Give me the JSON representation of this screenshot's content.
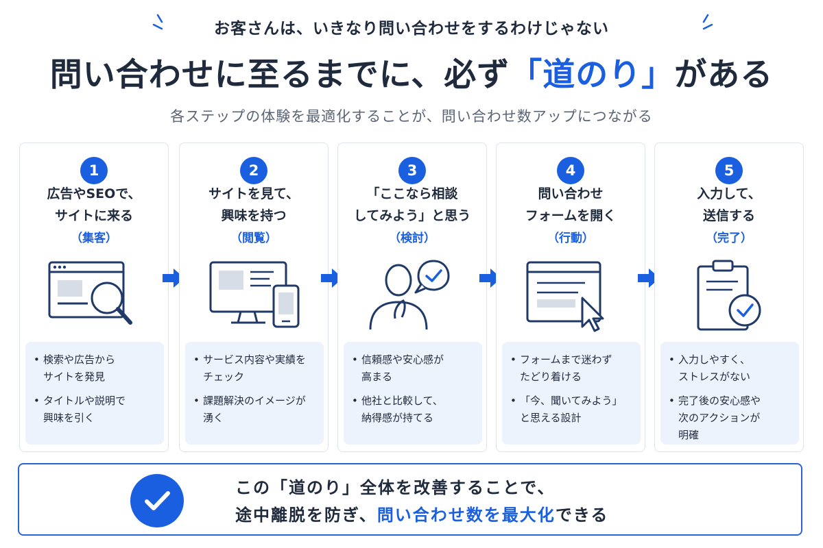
{
  "header": {
    "kicker": "お客さんは、いきなり問い合わせをするわけじゃない",
    "headline_pre": "問い合わせに至るまでに、必ず",
    "headline_accent": "「道のり」",
    "headline_post": "がある",
    "subtitle": "各ステップの体験を最適化することが、問い合わせ数アップにつながる"
  },
  "colors": {
    "accent": "#1a5fe0",
    "text": "#1f2a3c",
    "panel": "#edf3fc",
    "border": "#dfe3ea"
  },
  "steps": [
    {
      "number": "1",
      "title_line1": "広告やSEOで、",
      "title_line2": "サイトに来る",
      "tag": "（集客）",
      "icon": "browser-search-icon",
      "points": [
        "検索や広告から\nサイトを発見",
        "タイトルや説明で\n興味を引く"
      ]
    },
    {
      "number": "2",
      "title_line1": "サイトを見て、",
      "title_line2": "興味を持つ",
      "tag": "（閲覧）",
      "icon": "desktop-mobile-icon",
      "points": [
        "サービス内容や実績を\nチェック",
        "課題解決のイメージが\n湧く"
      ]
    },
    {
      "number": "3",
      "title_line1": "「ここなら相談",
      "title_line2": "してみよう」と思う",
      "tag": "（検討）",
      "icon": "person-thinking-check-icon",
      "points": [
        "信頼感や安心感が\n高まる",
        "他社と比較して、\n納得感が持てる"
      ]
    },
    {
      "number": "4",
      "title_line1": "問い合わせ",
      "title_line2": "フォームを開く",
      "tag": "（行動）",
      "icon": "form-cursor-icon",
      "points": [
        "フォームまで迷わず\nたどり着ける",
        "「今、聞いてみよう」\nと思える設計"
      ]
    },
    {
      "number": "5",
      "title_line1": "入力して、",
      "title_line2": "送信する",
      "tag": "（完了）",
      "icon": "clipboard-check-icon",
      "points": [
        "入力しやすく、\nストレスがない",
        "完了後の安心感や\n次のアクションが\n明確"
      ]
    }
  ],
  "summary": {
    "icon": "check-circle-icon",
    "line1": "この「道のり」全体を改善することで、",
    "line2_pre": "途中離脱を防ぎ、",
    "line2_accent": "問い合わせ数を最大化",
    "line2_post": "できる"
  }
}
